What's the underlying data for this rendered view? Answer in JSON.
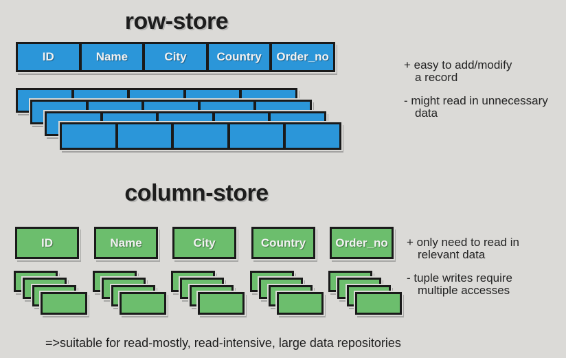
{
  "colors": {
    "background": "#dbdad7",
    "blue": "#2b96d9",
    "green": "#6cbe6d",
    "outline": "#1a1a1a",
    "title_text": "#1d1d1d",
    "body_text": "#222222",
    "cell_label_text": "#f2f2f2"
  },
  "row_store": {
    "title": "row-store",
    "columns": [
      "ID",
      "Name",
      "City",
      "Country",
      "Order_no"
    ],
    "record_rows": 4,
    "annotations": [
      {
        "lines": [
          "+ easy to add/modify",
          "a record"
        ]
      },
      {
        "lines": [
          "- might read in unnecessary",
          "data"
        ]
      }
    ]
  },
  "column_store": {
    "title": "column-store",
    "columns": [
      "ID",
      "Name",
      "City",
      "Country",
      "Order_no"
    ],
    "boxes_per_stack": 4,
    "annotations": [
      {
        "lines": [
          "+ only need to read in",
          "relevant data"
        ]
      },
      {
        "lines": [
          "- tuple writes require",
          "multiple accesses"
        ]
      }
    ]
  },
  "footer": {
    "note": "=>suitable for read-mostly, read-intensive, large data repositories"
  }
}
